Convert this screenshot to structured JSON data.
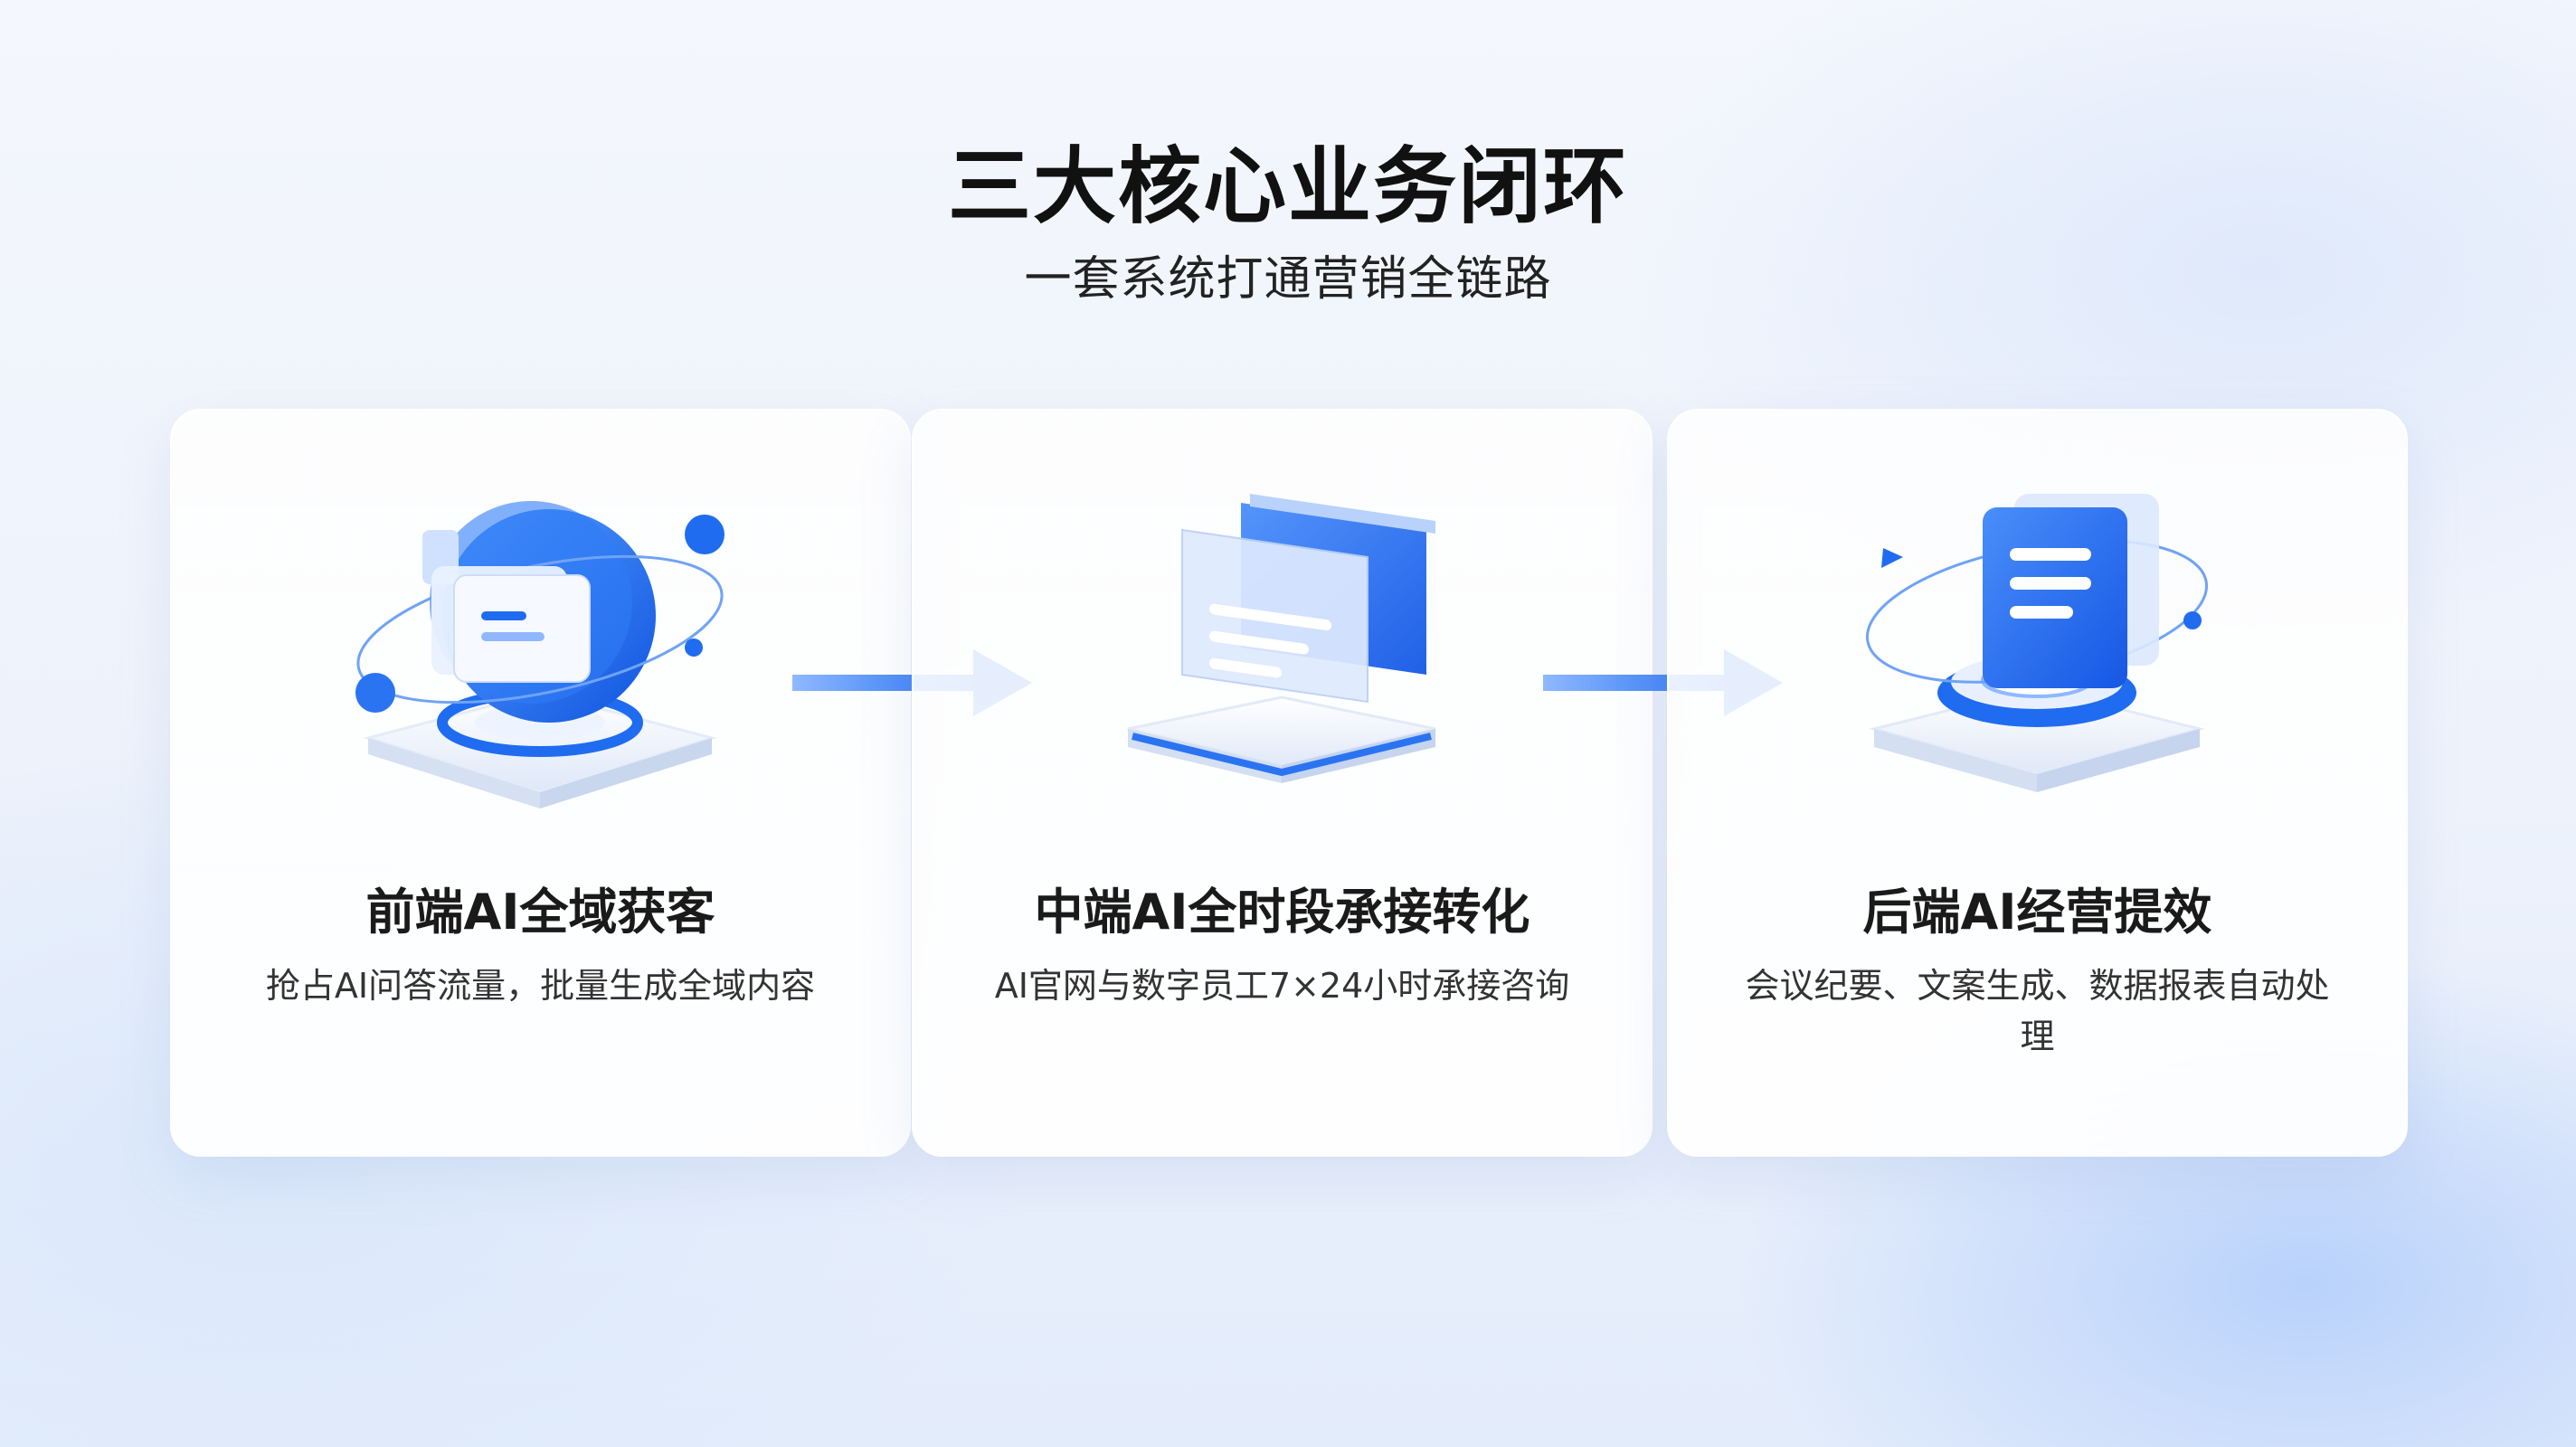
{
  "header": {
    "title": "三大核心业务闭环",
    "subtitle": "一套系统打通营销全链路"
  },
  "cards": [
    {
      "title": "前端AI全域获客",
      "description": "抢占AI问答流量，批量生成全域内容",
      "icon": "flag-globe-icon"
    },
    {
      "title": "中端AI全时段承接转化",
      "description": "AI官网与数字员工7×24小时承接咨询",
      "icon": "stacked-screens-icon"
    },
    {
      "title": "后端AI经营提效",
      "description": "会议纪要、文案生成、数据报表自动处理",
      "icon": "document-orbit-icon"
    }
  ],
  "colors": {
    "accent": "#1f6cf0",
    "accent_light": "#8fb8ff",
    "title": "#111111",
    "text": "#333333"
  }
}
